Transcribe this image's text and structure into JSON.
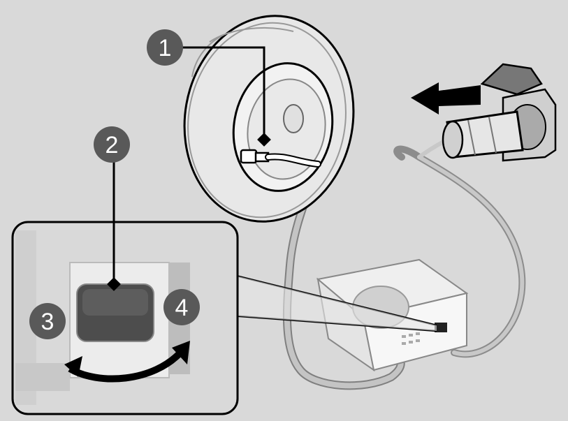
{
  "callouts": [
    {
      "id": "1",
      "label": "1"
    },
    {
      "id": "2",
      "label": "2"
    },
    {
      "id": "3",
      "label": "3"
    },
    {
      "id": "4",
      "label": "4"
    }
  ],
  "icons": {
    "tire": "tire-icon",
    "valve": "valve-stem-icon",
    "compressor": "air-compressor-icon",
    "plug": "power-plug-icon",
    "socket": "accessory-socket-icon",
    "switch": "power-switch-icon",
    "direction_arrow": "left-arrow-icon",
    "toggle_arrow": "double-curved-arrow-icon"
  },
  "colors": {
    "background": "#d9d9d9",
    "callout_fill": "#595959",
    "callout_text": "#ffffff",
    "outline": "#000000",
    "part_fill": "#ffffff",
    "hose": "#a6a6a6"
  }
}
